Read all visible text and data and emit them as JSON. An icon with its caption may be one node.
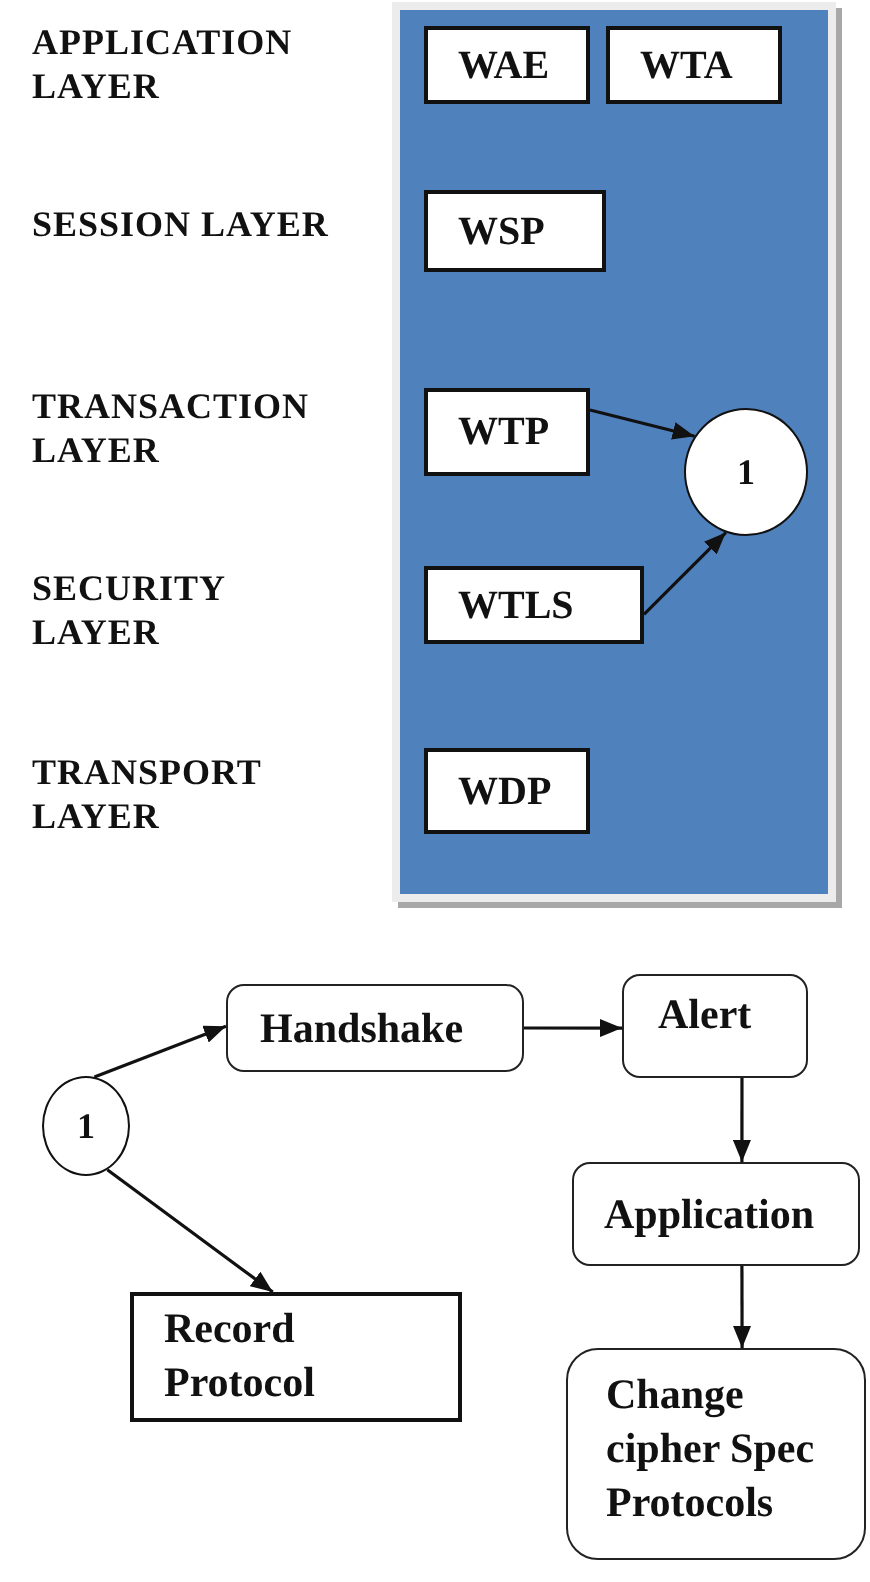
{
  "diagram": {
    "nodes": [
      {
        "text": [],
        "shape": "box"
      },
      {
        "text": [
          "WAE"
        ],
        "in": 0
      },
      {
        "text": [
          "WTA"
        ],
        "in": 0
      },
      {
        "text": [
          "WSP"
        ],
        "in": 0
      },
      {
        "text": [
          "WTP"
        ],
        "in": 0
      },
      {
        "text": [
          "1"
        ],
        "in": 0
      },
      {
        "text": [
          "WTLS"
        ],
        "in": 0
      },
      {
        "text": [
          "WDP"
        ],
        "in": 0
      },
      {
        "text": [
          "1"
        ]
      },
      {
        "text": [
          "Handshake"
        ]
      },
      {
        "text": [
          "Alert"
        ]
      },
      {
        "text": [
          "Application"
        ]
      },
      {
        "text": [
          "Record Protocol"
        ]
      },
      {
        "text": [
          "Change cipher Spec Protocols"
        ]
      }
    ],
    "edges": [
      {
        "from": 4,
        "to": 5,
        "arrow": "to"
      },
      {
        "from": 6,
        "to": 5,
        "arrow": "to"
      },
      {
        "from": 8,
        "to": 9,
        "arrow": "to"
      },
      {
        "from": 8,
        "to": 12,
        "arrow": "to"
      },
      {
        "from": 9,
        "to": 10,
        "arrow": "to"
      },
      {
        "from": 10,
        "to": 11,
        "arrow": "to"
      },
      {
        "from": 11,
        "to": 13,
        "arrow": "to"
      }
    ],
    "labels": [
      "APPLICATION LAYER",
      "SESSION LAYER",
      "TRANSACTION LAYER",
      "SECURITY LAYER",
      "TRANSPORT LAYER"
    ]
  }
}
